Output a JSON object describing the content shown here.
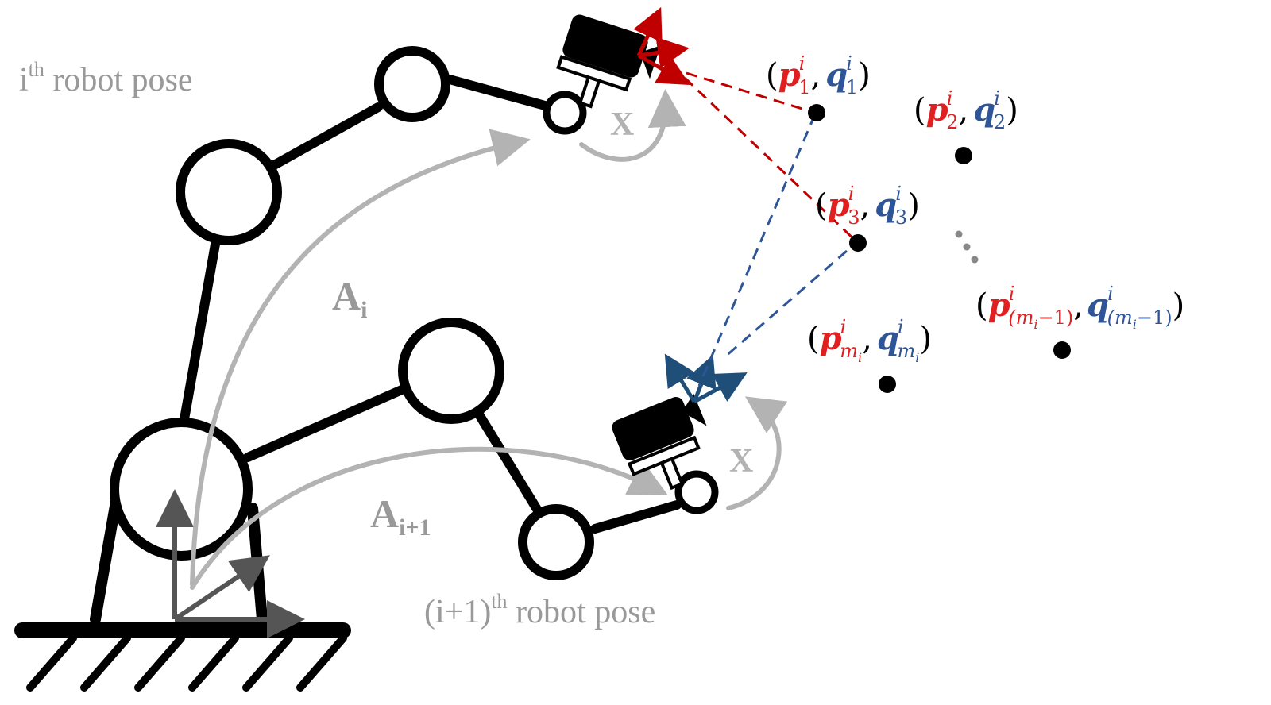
{
  "labels": {
    "pose_i_base": "i",
    "pose_i_sup": "th",
    "pose_i_rest": " robot pose",
    "pose_i1_base": "(i+1)",
    "pose_i1_sup": "th",
    "pose_i1_rest": " robot pose",
    "A_i_base": "A",
    "A_i_sub": "i",
    "A_i1_base": "A",
    "A_i1_sub": "i+1",
    "X_top": "X",
    "X_bottom": "X",
    "ellipsis": "⋮"
  },
  "points": [
    {
      "p": "p",
      "q": "q",
      "sub": "1",
      "sup": "i"
    },
    {
      "p": "p",
      "q": "q",
      "sub": "2",
      "sup": "i"
    },
    {
      "p": "p",
      "q": "q",
      "sub": "3",
      "sup": "i"
    },
    {
      "p": "p",
      "q": "q",
      "sub": "m",
      "subsub": "i",
      "sup": "i"
    },
    {
      "p": "p",
      "q": "q",
      "sub": "(m",
      "subsub": "i",
      "subtail": "−1)",
      "sup": "i"
    }
  ],
  "punct": {
    "open": "(",
    "comma": ",",
    "close": ")"
  },
  "colors": {
    "robot": "#000000",
    "arrow_gray": "#b3b3b3",
    "label_gray": "#999999",
    "frame_dark": "#555555",
    "red": "#e02020",
    "dark_red": "#c00000",
    "blue": "#2e5597",
    "dark_blue": "#1f4e79"
  }
}
